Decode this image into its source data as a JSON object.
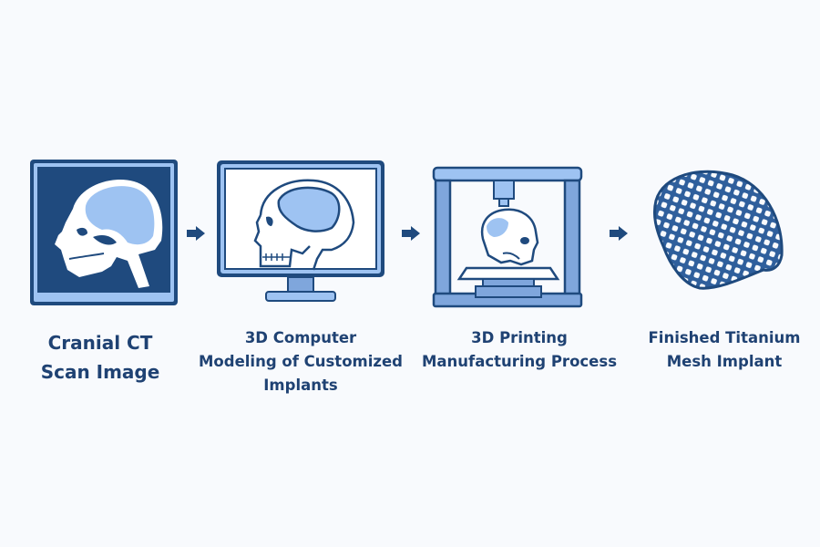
{
  "colors": {
    "dark_blue": "#1f4a7e",
    "mid_blue": "#5b8fd4",
    "light_blue": "#9ec3f2",
    "background": "#f8fafd",
    "text": "#1f4273"
  },
  "steps": [
    {
      "icon": "ct-scan-skull-icon",
      "label_lines": [
        "Cranial CT",
        "Scan Image"
      ]
    },
    {
      "icon": "computer-monitor-skull-model-icon",
      "label_lines": [
        "3D Computer",
        "Modeling of Customized",
        "Implants"
      ]
    },
    {
      "icon": "3d-printer-skull-icon",
      "label_lines": [
        "3D Printing",
        "Manufacturing Process"
      ]
    },
    {
      "icon": "titanium-mesh-implant-icon",
      "label_lines": [
        "Finished Titanium",
        "Mesh Implant"
      ]
    }
  ],
  "arrows": [
    {
      "icon": "arrow-right-icon"
    },
    {
      "icon": "arrow-right-icon"
    },
    {
      "icon": "arrow-right-icon"
    }
  ]
}
